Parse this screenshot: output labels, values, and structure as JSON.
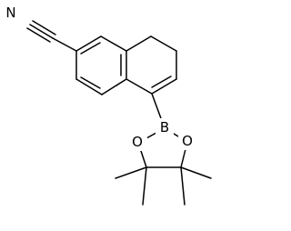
{
  "structure": {
    "atoms": {
      "n1": "N",
      "b1": "B",
      "o1": "O",
      "o2": "O"
    },
    "colors": {
      "bond": "#000000",
      "label": "#000000",
      "background": "#ffffff"
    }
  }
}
